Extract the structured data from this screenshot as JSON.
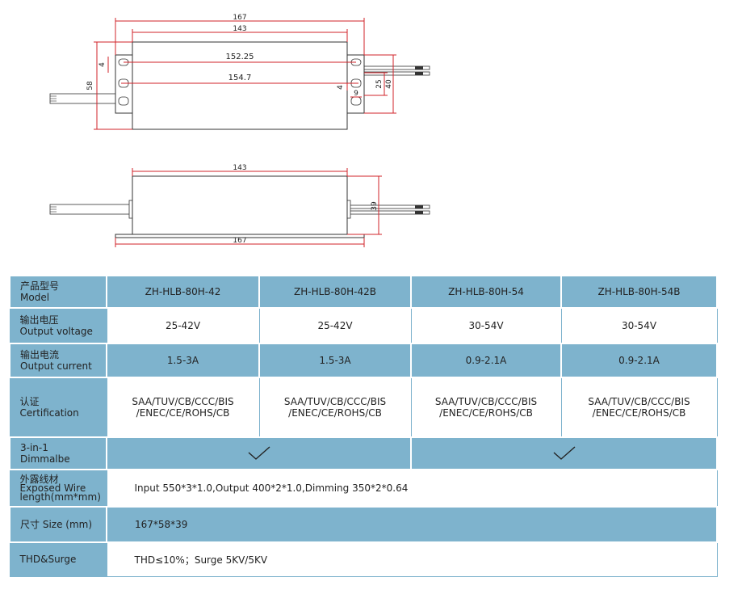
{
  "drawing": {
    "top_view": {
      "overall_length": "167",
      "body_length": "143",
      "mount_hole_span": "152.25",
      "mount_slot_span": "154.7",
      "height": "58",
      "slot_width": "4",
      "slot_width_right": "4",
      "slot_length": "9",
      "hole_spacing": "25",
      "width": "40"
    },
    "side_view": {
      "body_length": "143",
      "overall_length": "167",
      "thickness": "39"
    }
  },
  "table": {
    "rows": [
      {
        "label_zh": "产品型号",
        "label_en": "Model",
        "values": [
          "ZH-HLB-80H-42",
          "ZH-HLB-80H-42B",
          "ZH-HLB-80H-54",
          "ZH-HLB-80H-54B"
        ]
      },
      {
        "label_zh": "输出电压",
        "label_en": "Output voltage",
        "values": [
          "25-42V",
          "25-42V",
          "30-54V",
          "30-54V"
        ]
      },
      {
        "label_zh": "输出电流",
        "label_en": "Output current",
        "values": [
          "1.5-3A",
          "1.5-3A",
          "0.9-2.1A",
          "0.9-2.1A"
        ]
      },
      {
        "label_zh": "认证",
        "label_en": "Certification",
        "values": [
          [
            "SAA/TUV/CB/CCC/BIS",
            "/ENEC/CE/ROHS/CB"
          ],
          [
            "SAA/TUV/CB/CCC/BIS",
            "/ENEC/CE/ROHS/CB"
          ],
          [
            "SAA/TUV/CB/CCC/BIS",
            "/ENEC/CE/ROHS/CB"
          ],
          [
            "SAA/TUV/CB/CCC/BIS",
            "/ENEC/CE/ROHS/CB"
          ]
        ]
      },
      {
        "label_en": "3-in-1 Dimmalbe",
        "checks": [
          "check-icon",
          "check-icon"
        ]
      },
      {
        "label_zh": "外露线材",
        "label_en": "Exposed Wire",
        "label_en2": "length(mm*mm)",
        "value": "Input 550*3*1.0,Output 400*2*1.0,Dimming 350*2*0.64"
      },
      {
        "label_zh": "尺寸",
        "label_en": "Size (mm)",
        "value": "167*58*39"
      },
      {
        "label_en": "THD&Surge",
        "value": "THD≤10%；Surge 5KV/5KV"
      }
    ]
  },
  "colors": {
    "accent": "#7eb3cd",
    "dimension_line": "#d2232a"
  }
}
